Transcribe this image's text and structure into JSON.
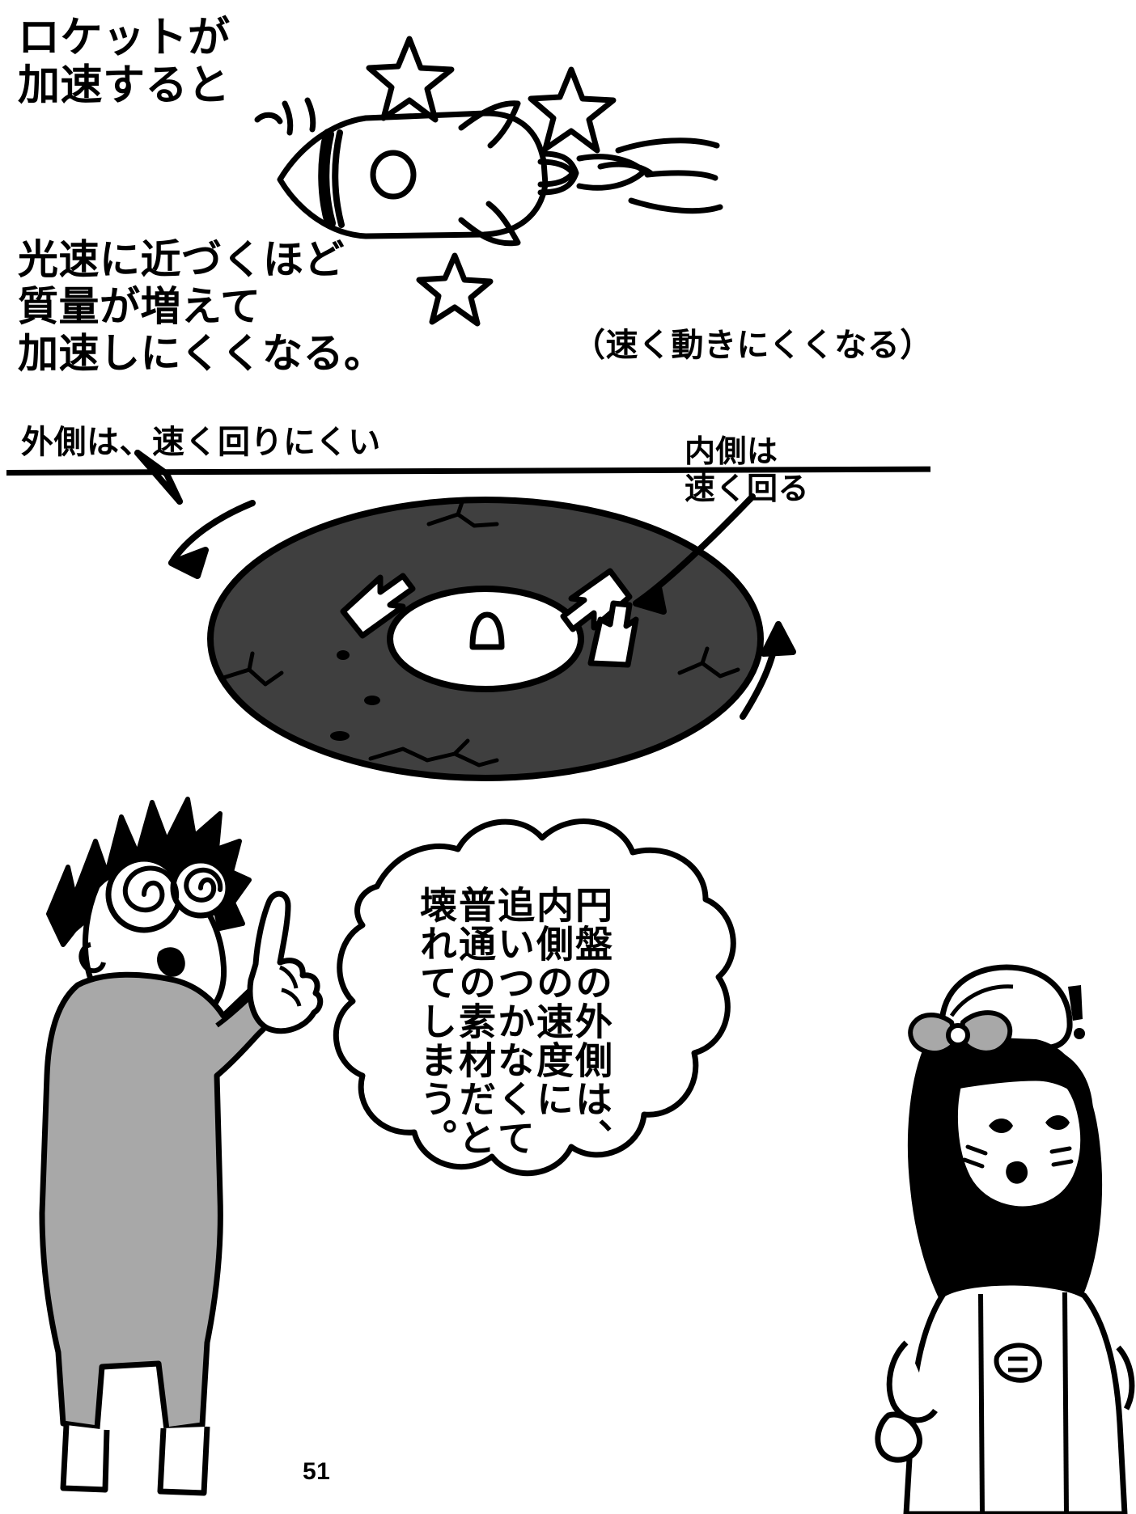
{
  "page": {
    "number": "51",
    "background_color": "#ffffff",
    "ink_color": "#000000",
    "disc_fill_color": "#3f3f3f"
  },
  "panel_top": {
    "title_text": "ロケットが\n加速すると",
    "body_text": "光速に近づくほど\n質量が増えて\n加速しにくくなる。",
    "aside_text": "（速く動きにくくなる）",
    "rocket": {
      "icon": "rocket-icon",
      "stars": [
        "star-icon",
        "star-icon",
        "star-icon"
      ],
      "speed_lines": "motion-lines"
    }
  },
  "panel_bottom": {
    "label_outer": "外側は、速く回りにくい",
    "label_inner": "内側は\n速く回る",
    "disc": {
      "icon": "spinning-disc-icon",
      "arrow_outer_slow": "arrow-icon",
      "arrow_inner_fast": "arrow-icon",
      "arrow_rotation_left": "curved-arrow-icon",
      "arrow_rotation_right": "curved-arrow-icon"
    },
    "characters": {
      "boy": "boy-character",
      "girl": "girl-character"
    },
    "speech_bubble": {
      "icon": "speech-bubble",
      "columns": [
        "円盤の外側は、",
        "内側の速度に",
        "追いつかなくて",
        "普通の素材だと",
        "壊れてしまう。"
      ],
      "full_text": "円盤の外側は、内側の速度に追いつかなくて普通の素材だと壊れてしまう。"
    }
  }
}
